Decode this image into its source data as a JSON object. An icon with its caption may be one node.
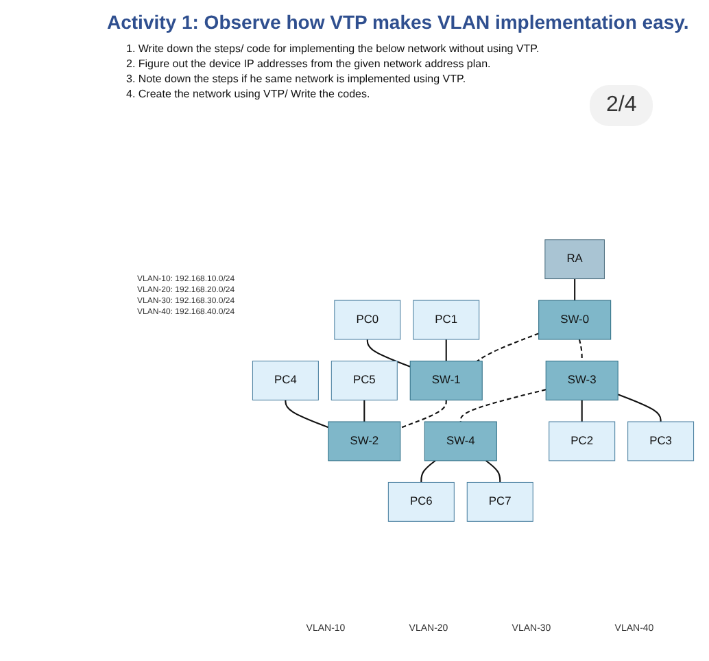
{
  "diagram": {
    "title": "Activity 1: Observe how VTP makes VLAN implementation easy.",
    "nodes": [
      {
        "text": [
          "PC0"
        ]
      },
      {
        "text": [
          "PC1"
        ]
      },
      {
        "text": [
          "PC4"
        ]
      },
      {
        "text": [
          "PC5"
        ]
      },
      {
        "text": [
          "SW-1"
        ]
      },
      {
        "text": [
          "SW-2"
        ]
      },
      {
        "text": [
          "RA"
        ]
      },
      {
        "text": [
          "SW-0"
        ]
      },
      {
        "text": [
          "SW-3"
        ]
      },
      {
        "text": [
          "SW-4"
        ]
      },
      {
        "text": [
          "PC2"
        ]
      },
      {
        "text": [
          "PC3"
        ]
      },
      {
        "text": [
          "PC6"
        ]
      },
      {
        "text": [
          "PC7"
        ]
      }
    ],
    "edges": [
      {
        "from": 6,
        "to": 7,
        "arrow": "none"
      },
      {
        "from": 7,
        "to": 4,
        "arrow": "none",
        "style": "dashed"
      },
      {
        "from": 7,
        "to": 8,
        "arrow": "none",
        "style": "dashed"
      },
      {
        "from": 4,
        "to": 5,
        "arrow": "none",
        "style": "dashed"
      },
      {
        "from": 8,
        "to": 9,
        "arrow": "none",
        "style": "dashed"
      },
      {
        "from": 0,
        "to": 4,
        "arrow": "none"
      },
      {
        "from": 1,
        "to": 4,
        "arrow": "none"
      },
      {
        "from": 2,
        "to": 5,
        "arrow": "none"
      },
      {
        "from": 3,
        "to": 5,
        "arrow": "none"
      },
      {
        "from": 8,
        "to": 10,
        "arrow": "none"
      },
      {
        "from": 8,
        "to": 11,
        "arrow": "none"
      },
      {
        "from": 9,
        "to": 12,
        "arrow": "none"
      },
      {
        "from": 9,
        "to": 13,
        "arrow": "none"
      }
    ],
    "labels": [
      "1. Write down the steps/ code for implementing the below network without using VTP.",
      "2. Figure out the device IP addresses from the given network address plan.",
      "3. Note down the steps if he same network is implemented using VTP.",
      "4. Create the network using VTP/ Write the codes.",
      "2/4",
      "VLAN-10: 192.168.10.0/24",
      "VLAN-20: 192.168.20.0/24",
      "VLAN-30: 192.168.30.0/24",
      "VLAN-40: 192.168.40.0/24",
      "VLAN-10",
      "VLAN-20",
      "VLAN-30",
      "VLAN-40"
    ]
  }
}
